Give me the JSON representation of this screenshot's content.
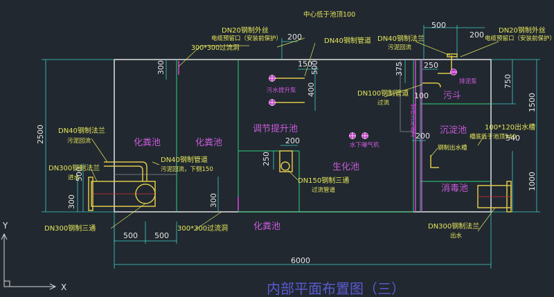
{
  "colors": {
    "background": "#212830",
    "outline": "#ffffff",
    "dimension": "#3fd0c8",
    "partition": "#2fd27a",
    "annotation": "#e6e65a",
    "pipe": "#e0c848",
    "pool_label": "#c85ad8",
    "magenta": "#e040e0",
    "red": "#e03030",
    "title": "#5a5ad0"
  },
  "dimensions": {
    "total_width": "6000",
    "total_height": "2500",
    "left_300": "300",
    "left_500": "500",
    "bottom_500_a": "500",
    "bottom_500_b": "500",
    "top_200": "200",
    "top_150": "150",
    "top_500": "500",
    "top_400": "400",
    "mid_200_a": "200",
    "mid_200_b": "200",
    "mid_250": "250",
    "inner_300": "300",
    "right_500": "500",
    "right_200": "200",
    "right_375": "375",
    "right_250": "250",
    "right_100": "100",
    "right_750": "750",
    "right_1500": "1500",
    "right_1000": "1000",
    "right_540": "540"
  },
  "pools": {
    "septic_1": "化粪池",
    "septic_2": "化粪池",
    "septic_bottom": "化粪池",
    "regulating": "调节提升池",
    "bio": "生化池",
    "settling": "沉淀池",
    "disinfect": "消毒池",
    "sludge": "污斗"
  },
  "annotations": {
    "center_label": "中心低于池顶100",
    "dn20_left_1": "DN20钢制外丝",
    "dn20_left_2": "电缆预留口（安装前保护）",
    "opening_300_top": "300*300过流洞",
    "dn40_left_1": "DN40钢制法兰",
    "dn40_left_2": "污泥回流",
    "dn300_inlet_1": "DN300钢制法兰",
    "dn300_inlet_2": "进水",
    "dn40_mid_1": "DN40钢制管道",
    "dn40_mid_2": "污泥回流，下侧150",
    "dn300_tee": "DN300钢制三通",
    "opening_300_bottom": "300*300过流洞",
    "dn40_top_pipe": "DN40钢制管道",
    "dn150_1": "DN150钢制三通",
    "dn150_2": "过流管道",
    "lift_pump": "污水提升泵",
    "aerator": "水下曝气机",
    "dn40_right_1": "DN40钢制法兰",
    "dn40_right_2": "污泥回流",
    "dn20_right_1": "DN20钢制外丝",
    "dn20_right_2": "电缆预留口（安装前保护）",
    "dn100_1": "DN100钢制管道",
    "dn100_2": "过流",
    "sludge_pump": "排泥泵",
    "weir_1": "100*120出水槽",
    "weir_2": "槽底低于池顶540",
    "outlet_trough": "钢制出水槽",
    "dn300_out_1": "DN300钢制法兰",
    "dn300_out_2": "出水",
    "inclined_plate": "斜管沉淀填料",
    "axis_y": "Y",
    "axis_x": "X"
  },
  "title": "内部平面布置图（三）"
}
